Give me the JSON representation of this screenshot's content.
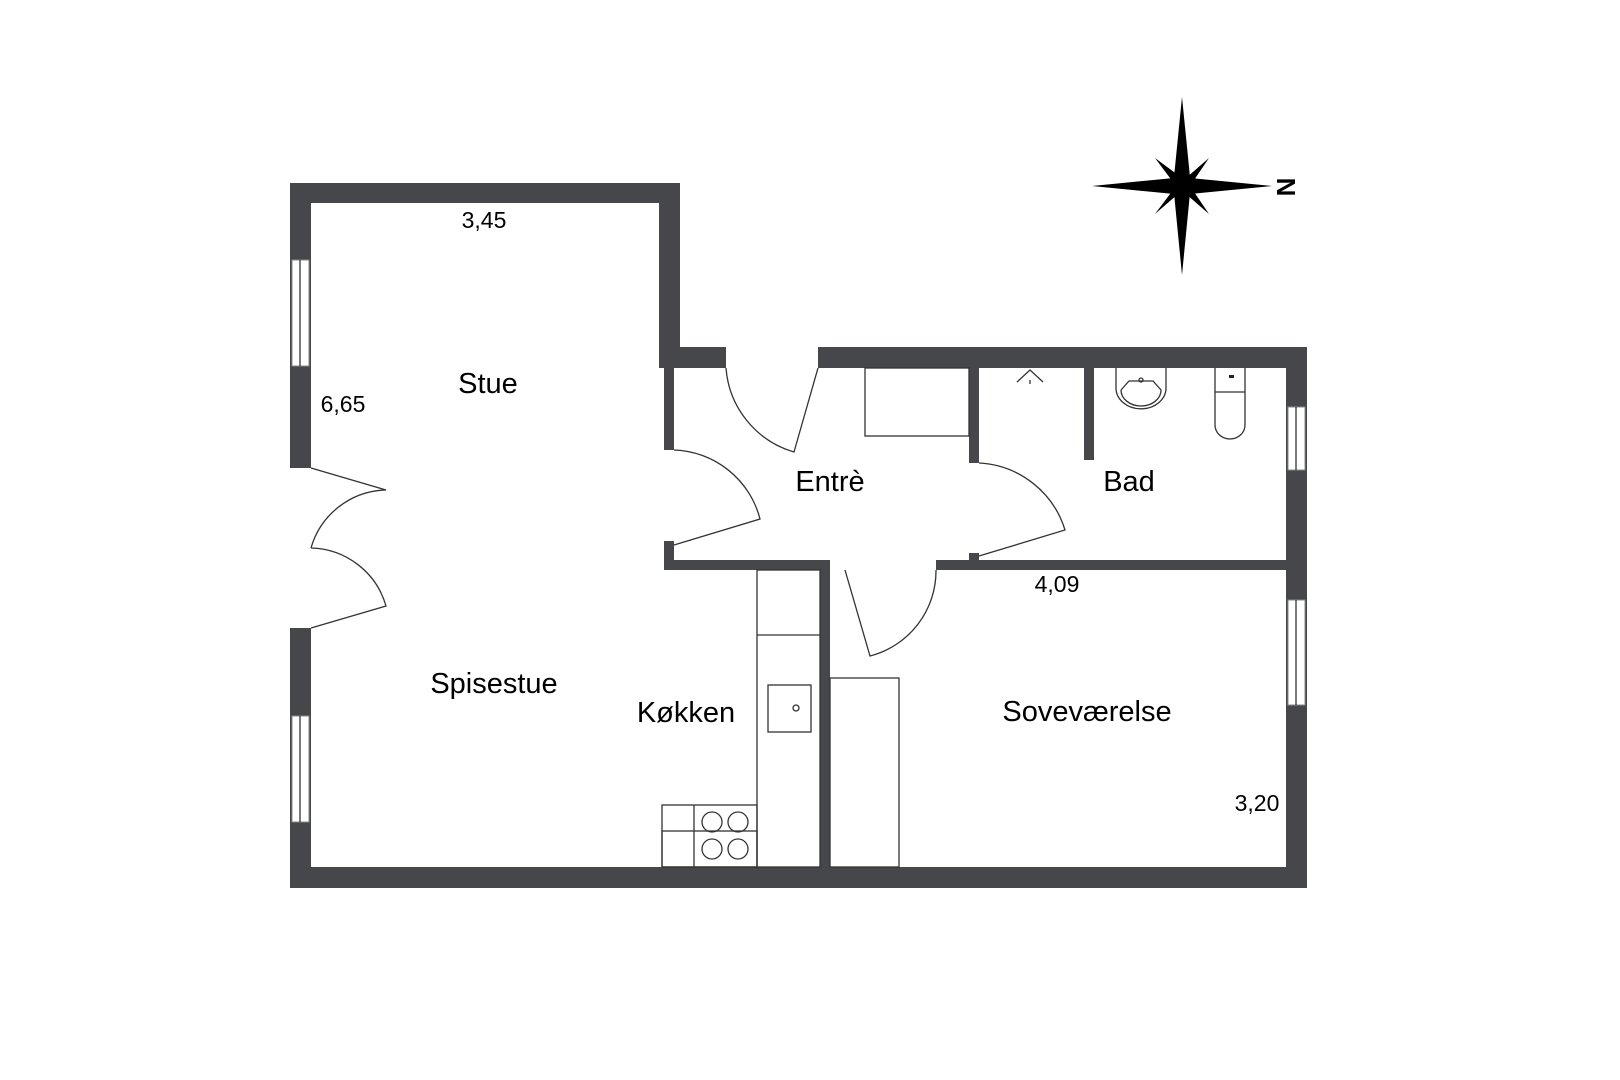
{
  "colors": {
    "wall": "#45474b",
    "background": "#ffffff"
  },
  "compass": {
    "label": "N",
    "icon": "compass-rose-icon"
  },
  "rooms": [
    {
      "name": "Stue"
    },
    {
      "name": "Spisestue"
    },
    {
      "name": "Køkken"
    },
    {
      "name": "Entrè"
    },
    {
      "name": "Bad"
    },
    {
      "name": "Soveværelse"
    }
  ],
  "dimensions": {
    "stue_width": "3,45",
    "stue_length": "6,65",
    "bedroom_width": "4,09",
    "bedroom_length": "3,20"
  }
}
